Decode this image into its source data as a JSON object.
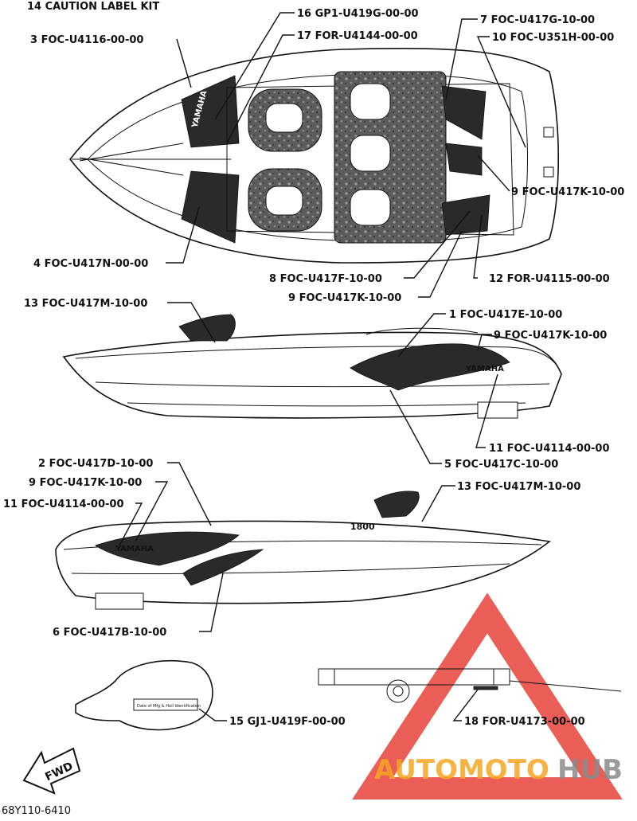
{
  "kit_title": "14  CAUTION LABEL KIT",
  "diagram_code": "68Y110-6410",
  "fwd_label": "FWD",
  "boat_yamaha_text": "YAMAHA",
  "boat_model_text": "1800",
  "warning_sticker_text": "Date of Mfg & Hull Identification",
  "watermark": {
    "part1": "AUTOMOTO",
    "part2": "HUB",
    "color_red": "#e8423a",
    "color_orange": "#f5a623",
    "color_gray": "#8a8a8a"
  },
  "callouts": {
    "c16": "16  GP1-U419G-00-00",
    "c17": "17  FOR-U4144-00-00",
    "c3": "3  FOC-U4116-00-00",
    "c7": "7  FOC-U417G-10-00",
    "c10": "10  FOC-U351H-00-00",
    "c9a": "9  FOC-U417K-10-00",
    "c4": "4  FOC-U417N-00-00",
    "c8": "8  FOC-U417F-10-00",
    "c12": "12  FOR-U4115-00-00",
    "c9b": "9  FOC-U417K-10-00",
    "c13a": "13  FOC-U417M-10-00",
    "c1": "1  FOC-U417E-10-00",
    "c9c": "9  FOC-U417K-10-00",
    "c11a": "11  FOC-U4114-00-00",
    "c5": "5  FOC-U417C-10-00",
    "c2": "2  FOC-U417D-10-00",
    "c9d": "9  FOC-U417K-10-00",
    "c13b": "13  FOC-U417M-10-00",
    "c11b": "11  FOC-U4114-00-00",
    "c6": "6  FOC-U417B-10-00",
    "c15": "15  GJ1-U419F-00-00",
    "c18": "18  FOR-U4173-00-00"
  }
}
